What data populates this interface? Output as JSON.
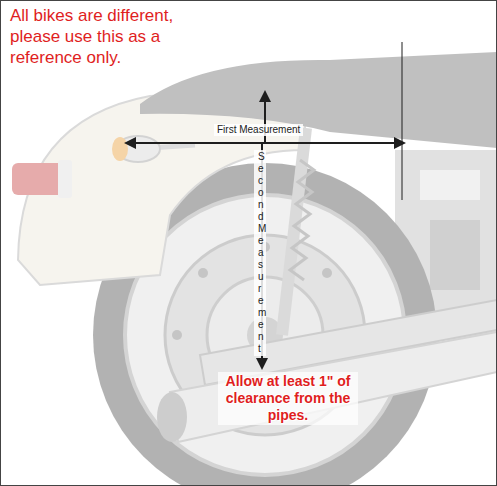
{
  "diagram": {
    "labels": [
      "All bikes are different, please use this as a reference only.",
      "First Measurement",
      "Second Measurement",
      "Allow at least 1\" of clearance from the pipes."
    ]
  }
}
